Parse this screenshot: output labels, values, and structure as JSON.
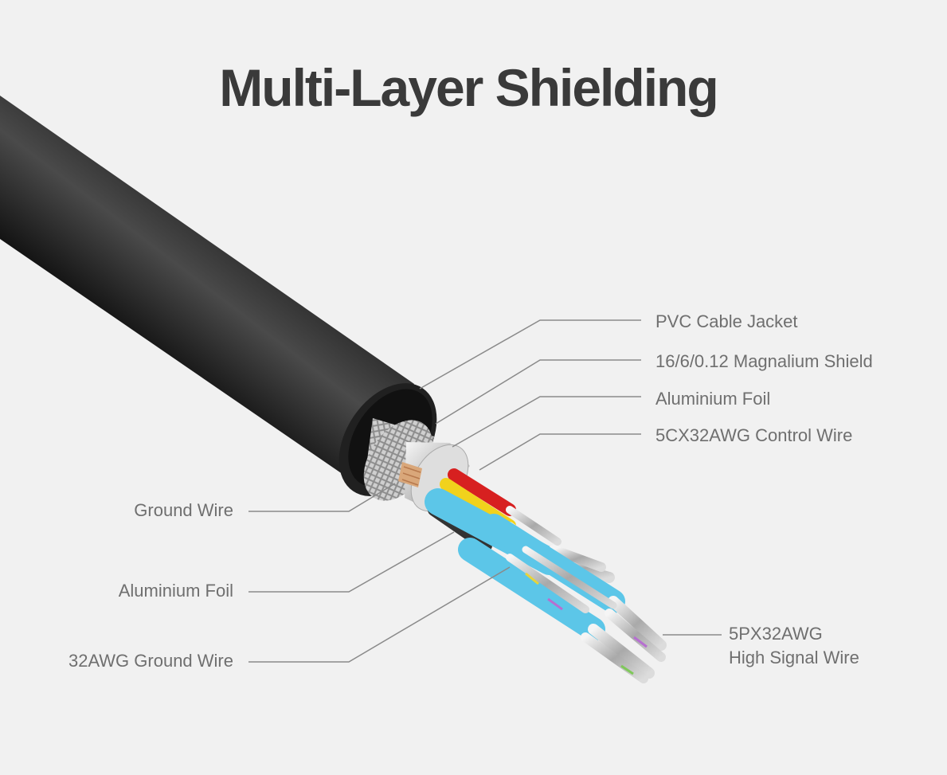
{
  "title": "Multi-Layer Shielding",
  "labels": {
    "pvc_jacket": "PVC Cable Jacket",
    "magnalium_shield": "16/6/0.12 Magnalium Shield",
    "aluminium_foil_outer": "Aluminium Foil",
    "control_wire": "5CX32AWG Control Wire",
    "ground_wire": "Ground Wire",
    "aluminium_foil_inner": "Aluminium Foil",
    "awg_ground_wire": "32AWG Ground Wire",
    "signal_wire_line1": "5PX32AWG",
    "signal_wire_line2": "High Signal Wire"
  },
  "colors": {
    "background": "#f1f1f1",
    "jacket": "#2b2b2b",
    "foil_insulation": "#5cc6e8",
    "conductor": "#c9c9c9",
    "wire_red": "#d72020",
    "wire_yellow": "#f1d21c",
    "wire_orange": "#f08a1c",
    "wire_black": "#333333",
    "leader_line": "#8a8a8a",
    "label_text": "#6f6f6f",
    "title_text": "#3a3a3a"
  }
}
